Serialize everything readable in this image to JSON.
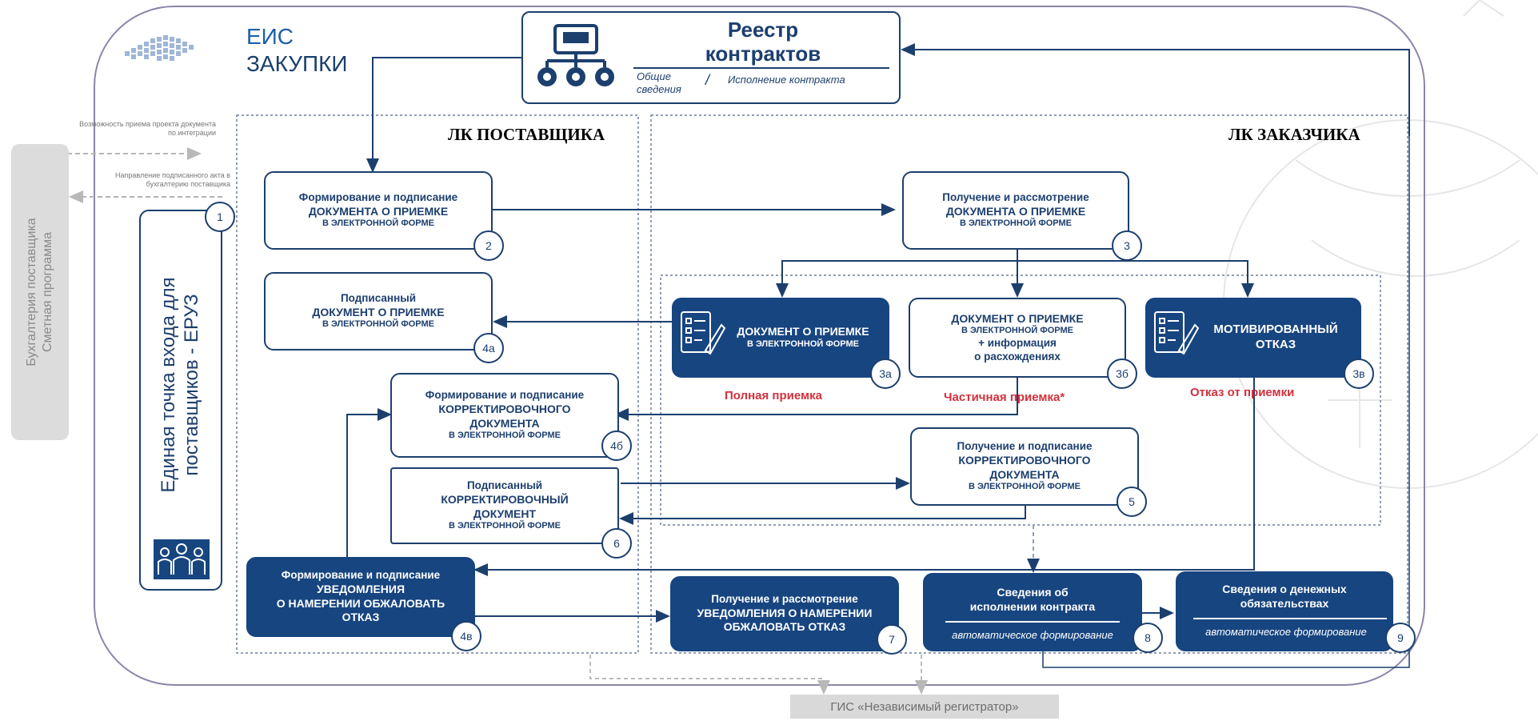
{
  "logo": {
    "line1": "ЕИС",
    "line2": "ЗАКУПКИ"
  },
  "registry": {
    "title_line1": "Реестр",
    "title_line2": "контрактов",
    "left_label": "Общие сведения",
    "separator": "/",
    "right_label": "Исполнение контракта"
  },
  "supplier_area_title": "ЛК ПОСТАВЩИКА",
  "customer_area_title": "ЛК ЗАКАЗЧИКА",
  "side_notes": {
    "accounting": "Бухгалтерия поставщика\nСметная программа",
    "integration_note": "Возможность приема проекта документа по интеграции",
    "sending_note": "Направление подписанного акта в бухгалтерию поставщика"
  },
  "entry_point": {
    "text": "Единая точка входа для поставщиков - ЕРУЗ",
    "badge": "1"
  },
  "boxes": {
    "b2": {
      "l1": "Формирование и подписание",
      "l2": "ДОКУМЕНТА О ПРИЕМКЕ",
      "l3": "В ЭЛЕКТРОННОЙ ФОРМЕ",
      "badge": "2"
    },
    "b3": {
      "l1": "Получение и рассмотрение",
      "l2": "ДОКУМЕНТА О ПРИЕМКЕ",
      "l3": "В ЭЛЕКТРОННОЙ ФОРМЕ",
      "badge": "3"
    },
    "b4a": {
      "l1": "Подписанный",
      "l2": "ДОКУМЕНТ О ПРИЕМКЕ",
      "l3": "В ЭЛЕКТРОННОЙ ФОРМЕ",
      "badge": "4а"
    },
    "b3a": {
      "l1": "ДОКУМЕНТ О ПРИЕМКЕ",
      "l2": "В ЭЛЕКТРОННОЙ ФОРМЕ",
      "badge": "3а"
    },
    "b3b": {
      "l1": "ДОКУМЕНТ О ПРИЕМКЕ",
      "l2": "В ЭЛЕКТРОННОЙ ФОРМЕ",
      "l3": "+ информация",
      "l4": "о расхождениях",
      "badge": "3б"
    },
    "b3v": {
      "l1": "МОТИВИРОВАННЫЙ",
      "l2": "ОТКАЗ",
      "badge": "3в"
    },
    "b4b": {
      "l1": "Формирование и подписание",
      "l2": "КОРРЕКТИРОВОЧНОГО",
      "l3": "ДОКУМЕНТА",
      "l4": "В ЭЛЕКТРОННОЙ ФОРМЕ",
      "badge": "4б"
    },
    "b5": {
      "l1": "Получение и подписание",
      "l2": "КОРРЕКТИРОВОЧНОГО",
      "l3": "ДОКУМЕНТА",
      "l4": "В ЭЛЕКТРОННОЙ ФОРМЕ",
      "badge": "5"
    },
    "b6": {
      "l1": "Подписанный",
      "l2": "КОРРЕКТИРОВОЧНЫЙ",
      "l3": "ДОКУМЕНТ",
      "l4": "В ЭЛЕКТРОННОЙ ФОРМЕ",
      "badge": "6"
    },
    "b4v": {
      "l1": "Формирование и подписание",
      "l2": "УВЕДОМЛЕНИЯ",
      "l3": "О НАМЕРЕНИИ ОБЖАЛОВАТЬ",
      "l4": "ОТКАЗ",
      "badge": "4в"
    },
    "b7": {
      "l1": "Получение и рассмотрение",
      "l2": "УВЕДОМЛЕНИЯ О НАМЕРЕНИИ",
      "l3": "ОБЖАЛОВАТЬ ОТКАЗ",
      "badge": "7"
    },
    "b8": {
      "title": "Сведения об исполнении контракта",
      "sub": "автоматическое формирование",
      "badge": "8"
    },
    "b9": {
      "title": "Сведения о денежных обязательствах",
      "sub": "автоматическое формирование",
      "badge": "9"
    }
  },
  "outcomes": {
    "full": "Полная приемка",
    "partial": "Частичная приемка*",
    "refusal": "Отказ от приемки"
  },
  "gis": "ГИС «Независимый регистратор»",
  "colors": {
    "navy": "#1c3f6e",
    "dark_fill": "#174580",
    "red": "#d2313c",
    "grey": "#d9d9d9"
  }
}
